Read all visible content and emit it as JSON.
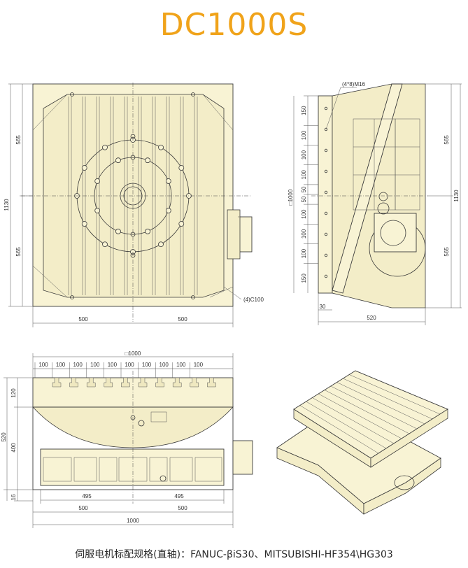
{
  "title": "DC1000S",
  "caption": "伺服电机标配规格(直轴)：FANUC-βiS30、MITSUBISHI-HF354\\HG303",
  "top_view": {
    "dim_left_upper": "565",
    "dim_left_total": "1130",
    "dim_left_lower": "565",
    "dim_bottom_left": "500",
    "dim_bottom_right": "500",
    "note_chamfer": "(4)C100"
  },
  "side_view": {
    "note_holes": "(4*8)M16",
    "dim_size": "□1000",
    "dim_slot_pitch": [
      "150",
      "100",
      "100",
      "100",
      "50",
      "50",
      "100",
      "100",
      "100",
      "150"
    ],
    "dim_right_upper": "565",
    "dim_right_total": "1130",
    "dim_right_lower": "565",
    "dim_offset": "30",
    "dim_bottom": "520"
  },
  "front_view": {
    "dim_top_size": "□1000",
    "dim_top_pitch": [
      "100",
      "100",
      "100",
      "100",
      "100",
      "100",
      "100",
      "100",
      "100",
      "100"
    ],
    "dim_left_upper": "120",
    "dim_left_total": "520",
    "dim_left_mid": "400",
    "dim_left_base": "16",
    "dim_inner_left": "495",
    "dim_inner_right": "495",
    "dim_half_left": "500",
    "dim_half_right": "500",
    "dim_total": "1000"
  }
}
